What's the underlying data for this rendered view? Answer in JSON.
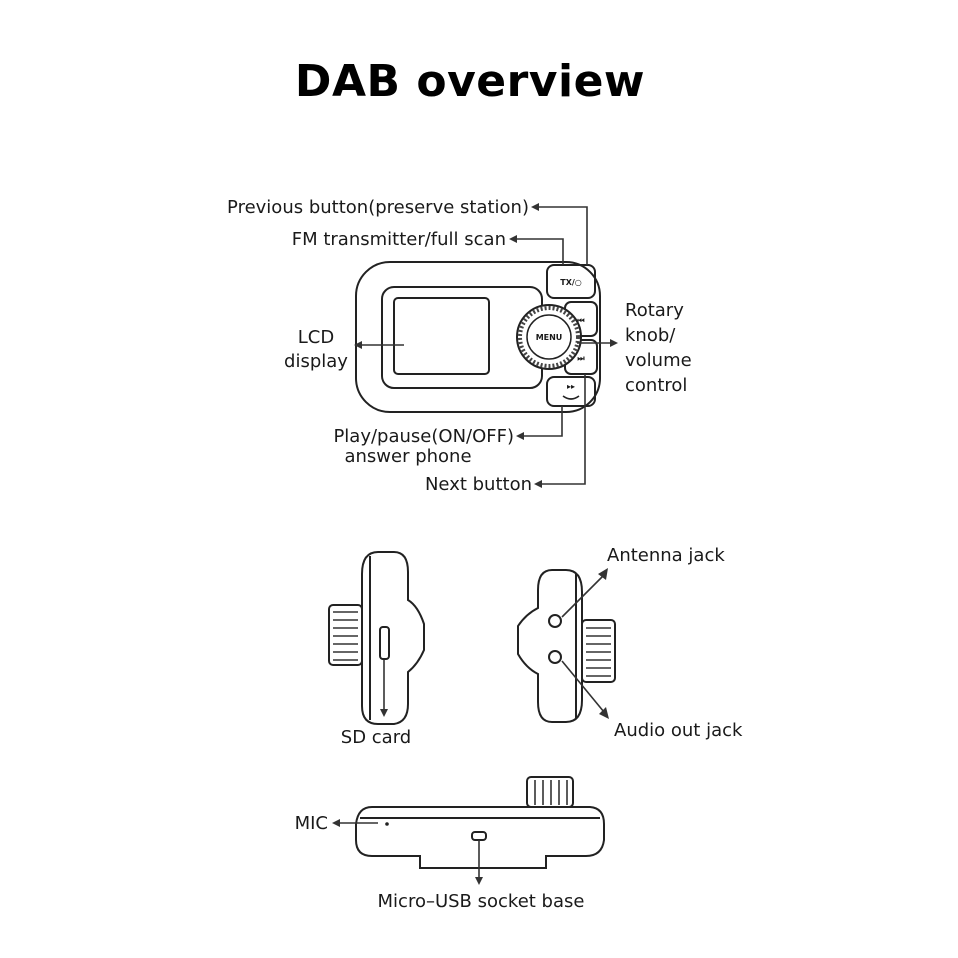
{
  "title": "DAB overview",
  "device_buttons": {
    "tx": "TX/○",
    "menu": "MENU",
    "prev": "⏮",
    "next": "⏭"
  },
  "labels": {
    "previous_button": "Previous button(preserve station)",
    "fm_transmitter": "FM transmitter/full scan",
    "lcd_line1": "LCD",
    "lcd_line2": "display",
    "rotary_line1": "Rotary",
    "rotary_line2": "knob/",
    "rotary_line3": "volume",
    "rotary_line4": "control",
    "play_pause_line1": "Play/pause(ON/OFF)",
    "play_pause_line2": "answer phone",
    "next_button": "Next button",
    "antenna_jack": "Antenna jack",
    "audio_out_jack": "Audio out jack",
    "sd_card": "SD card",
    "mic": "MIC",
    "micro_usb": "Micro–USB socket base"
  }
}
